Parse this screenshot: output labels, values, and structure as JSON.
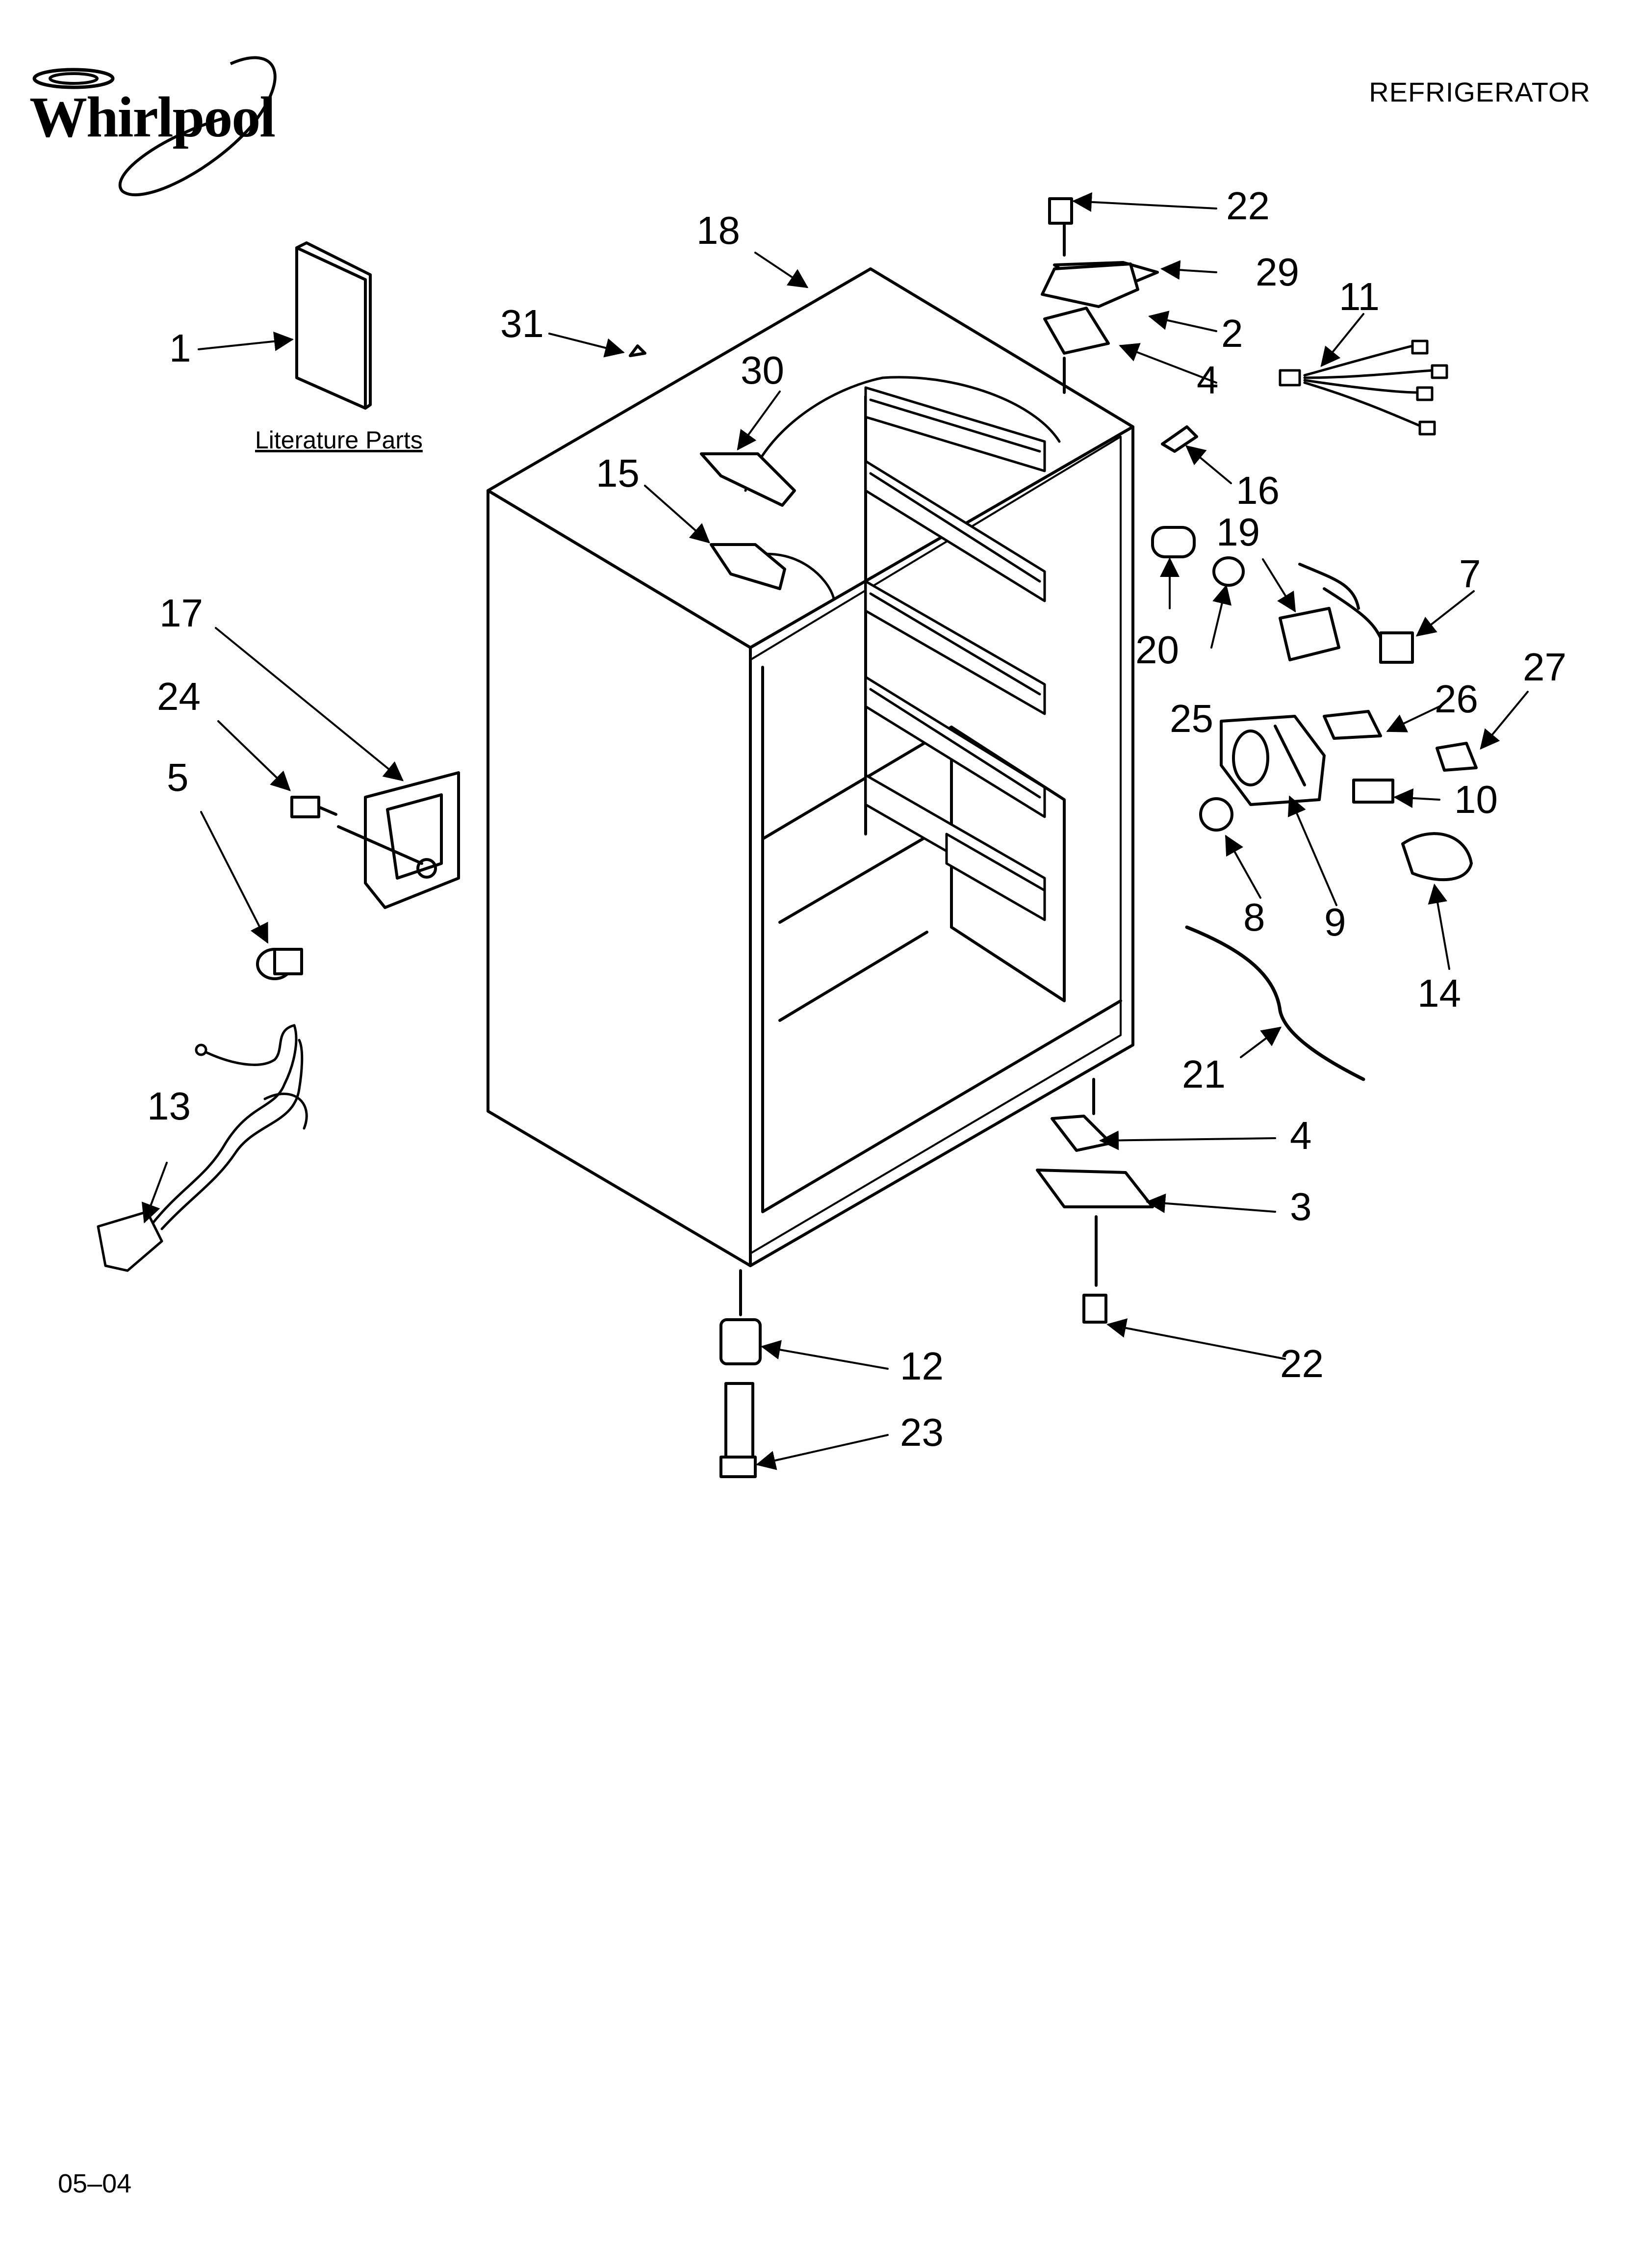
{
  "header": {
    "brand": "Whirlpool",
    "doc_title": "REFRIGERATOR"
  },
  "footer": {
    "date_code": "05–04"
  },
  "literature_label": "Literature Parts",
  "callouts": {
    "c1": "1",
    "c2": "2",
    "c3": "3",
    "c4a": "4",
    "c4b": "4",
    "c5": "5",
    "c7": "7",
    "c8": "8",
    "c9": "9",
    "c10": "10",
    "c11": "11",
    "c12": "12",
    "c13": "13",
    "c14": "14",
    "c15": "15",
    "c16": "16",
    "c17": "17",
    "c18": "18",
    "c19": "19",
    "c20": "20",
    "c21": "21",
    "c22a": "22",
    "c22b": "22",
    "c23": "23",
    "c24": "24",
    "c25": "25",
    "c26": "26",
    "c27": "27",
    "c29": "29",
    "c30": "30",
    "c31": "31"
  }
}
